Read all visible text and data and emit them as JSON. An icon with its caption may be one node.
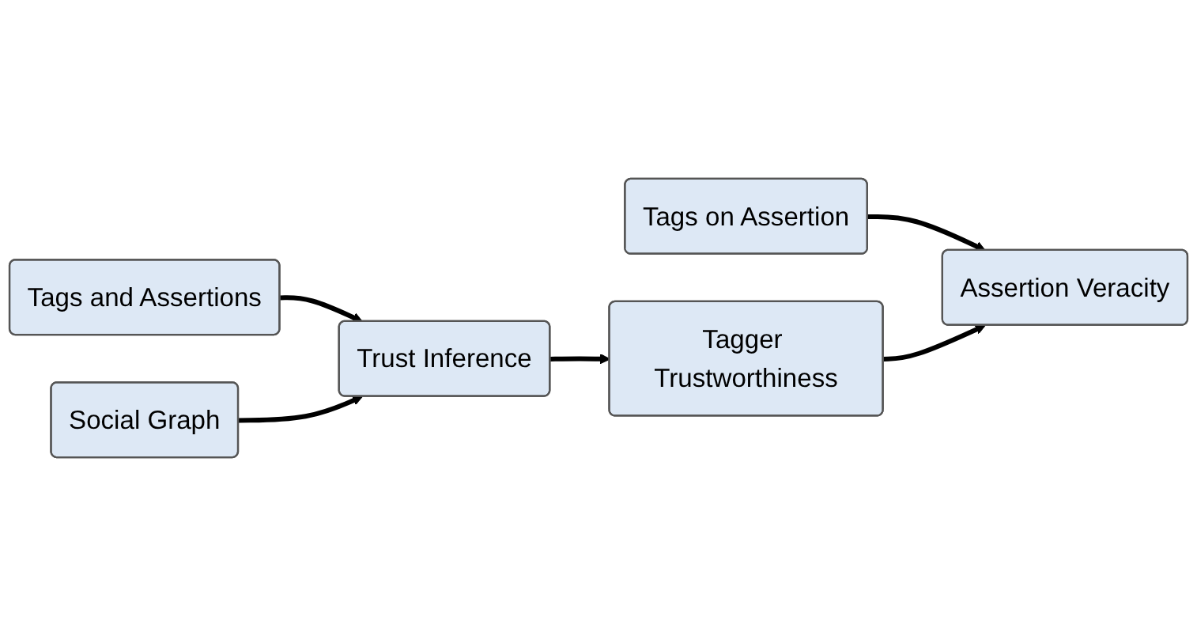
{
  "diagram": {
    "nodes": [
      {
        "text": [
          "Tags and Assertions"
        ]
      },
      {
        "text": [
          "Tags on Assertion"
        ]
      },
      {
        "text": [
          "Trust Inference"
        ]
      },
      {
        "text": [
          "Tagger Trustworthiness"
        ]
      },
      {
        "text": [
          "Assertion Veracity"
        ]
      },
      {
        "text": [
          "Social Graph"
        ]
      }
    ],
    "edges": [
      {
        "from": 0,
        "to": 2,
        "arrow": "to"
      },
      {
        "from": 1,
        "to": 4,
        "arrow": "to"
      },
      {
        "from": 2,
        "to": 3,
        "arrow": "to"
      },
      {
        "from": 3,
        "to": 4,
        "arrow": "to"
      },
      {
        "from": 5,
        "to": 2,
        "arrow": "to"
      }
    ]
  }
}
